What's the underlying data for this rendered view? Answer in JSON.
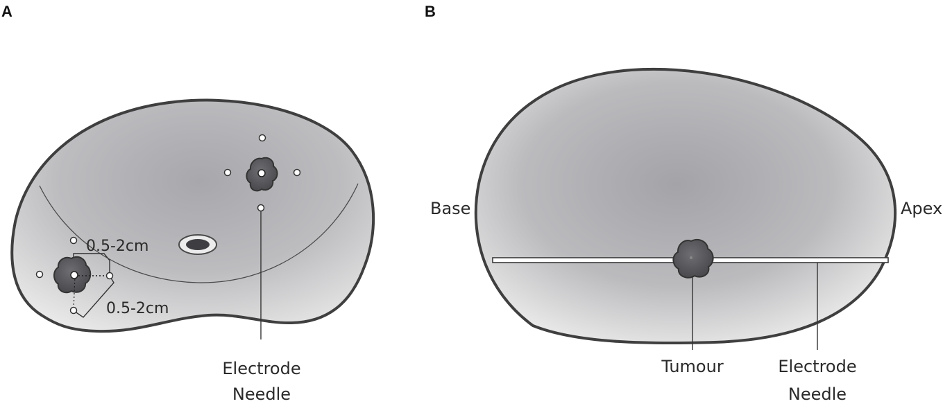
{
  "panel_a": {
    "letter": "A",
    "distance_label_1": "0.5-2cm",
    "distance_label_2": "0.5-2cm",
    "needle_label_line1": "Electrode",
    "needle_label_line2": "Needle"
  },
  "panel_b": {
    "letter": "B",
    "base_label": "Base",
    "apex_label": "Apex",
    "tumour_label": "Tumour",
    "needle_label_line1": "Electrode",
    "needle_label_line2": "Needle"
  },
  "colors": {
    "organ_outline": "#3f3f3f",
    "organ_fill_dark": "#a9a9ad",
    "organ_fill_light": "#e6e6e6",
    "tumour_fill": "#5b5b5f",
    "label_text": "#2a2a2a"
  }
}
